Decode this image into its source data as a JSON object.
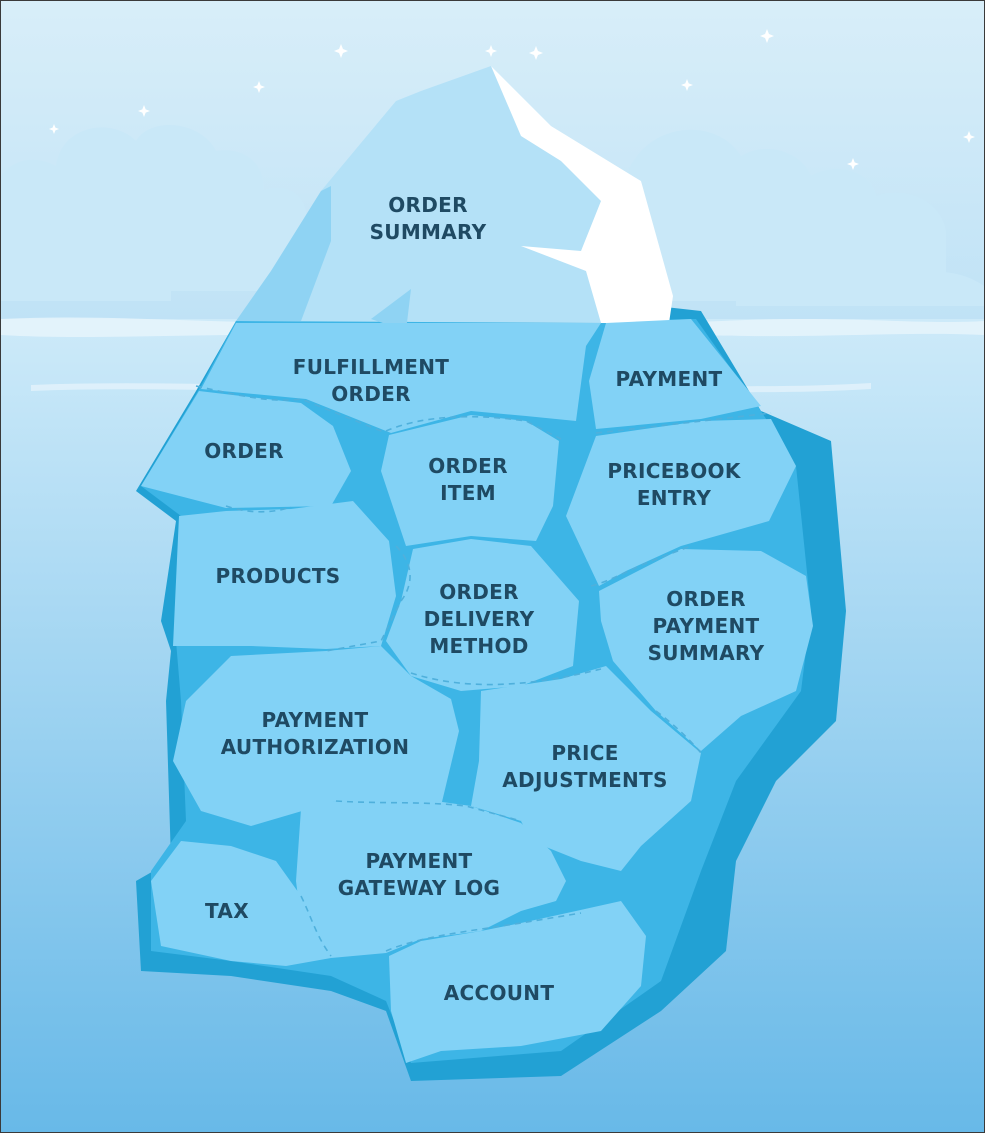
{
  "colors": {
    "sky_top": "#d8eef9",
    "sky_bottom": "#bfe2f6",
    "cloud": "#c9e8f8",
    "water_top": "#cdeaf9",
    "water_bottom": "#68b9e8",
    "ice_above": "#b4e1f7",
    "ice_above_light": "#8fd3f3",
    "snow": "#ffffff",
    "block": "#82d2f6",
    "crack": "#3db5e6",
    "shadow": "#22a1d4",
    "seam": "#4fb0dc",
    "label": "#1f4a63"
  },
  "icon_names": [
    "star-icon",
    "cloud-icon",
    "wave-icon"
  ],
  "tip": {
    "lines": [
      "ORDER",
      "SUMMARY"
    ]
  },
  "blocks": [
    {
      "id": "fulfillment-order",
      "lines": [
        "FULFILLMENT",
        "ORDER"
      ]
    },
    {
      "id": "payment",
      "lines": [
        "PAYMENT"
      ]
    },
    {
      "id": "order",
      "lines": [
        "ORDER"
      ]
    },
    {
      "id": "order-item",
      "lines": [
        "ORDER",
        "ITEM"
      ]
    },
    {
      "id": "pricebook-entry",
      "lines": [
        "PRICEBOOK",
        "ENTRY"
      ]
    },
    {
      "id": "products",
      "lines": [
        "PRODUCTS"
      ]
    },
    {
      "id": "order-delivery-method",
      "lines": [
        "ORDER",
        "DELIVERY",
        "METHOD"
      ]
    },
    {
      "id": "order-payment-summary",
      "lines": [
        "ORDER",
        "PAYMENT",
        "SUMMARY"
      ]
    },
    {
      "id": "payment-authorization",
      "lines": [
        "PAYMENT",
        "AUTHORIZATION"
      ]
    },
    {
      "id": "price-adjustments",
      "lines": [
        "PRICE",
        "ADJUSTMENTS"
      ]
    },
    {
      "id": "payment-gateway-log",
      "lines": [
        "PAYMENT",
        "GATEWAY LOG"
      ]
    },
    {
      "id": "tax",
      "lines": [
        "TAX"
      ]
    },
    {
      "id": "account",
      "lines": [
        "ACCOUNT"
      ]
    }
  ]
}
